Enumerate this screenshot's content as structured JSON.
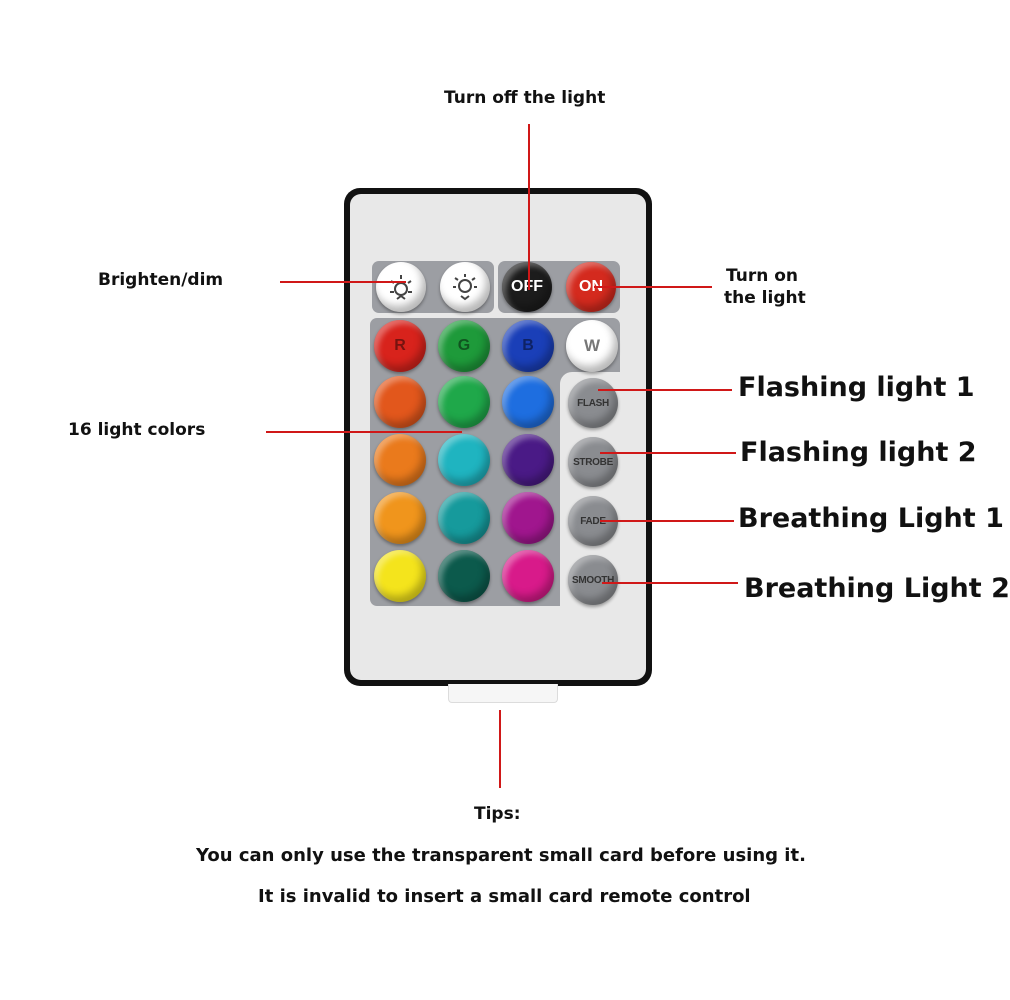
{
  "annotations": {
    "turn_off": "Turn off the light",
    "turn_on_line1": "Turn on",
    "turn_on_line2": "the light",
    "brighten_dim": "Brighten/dim",
    "light_colors": "16 light colors",
    "flashing_1": "Flashing light 1",
    "flashing_2": "Flashing light 2",
    "breathing_1": "Breathing Light 1",
    "breathing_2": "Breathing Light 2"
  },
  "tips": {
    "title": "Tips:",
    "line1": "You can only use the transparent small card before using it.",
    "line2": "It is invalid to insert a small card remote control"
  },
  "remote": {
    "top_row": [
      {
        "name": "brightness-down",
        "icon": "sun-dim-icon"
      },
      {
        "name": "brightness-up",
        "icon": "sun-bright-icon"
      },
      {
        "label": "OFF",
        "color": "#1c1c1c"
      },
      {
        "label": "ON",
        "color": "#d42a1e"
      }
    ],
    "color_rows": [
      [
        {
          "label": "R",
          "color": "#d8231c"
        },
        {
          "label": "G",
          "color": "#1e9a3a"
        },
        {
          "label": "B",
          "color": "#1a3fb8"
        },
        {
          "label": "W",
          "color": "#ffffff"
        }
      ],
      [
        {
          "label": "",
          "color": "#e2571c"
        },
        {
          "label": "",
          "color": "#1fa84a"
        },
        {
          "label": "",
          "color": "#1e6ee0"
        }
      ],
      [
        {
          "label": "",
          "color": "#ea7a1c"
        },
        {
          "label": "",
          "color": "#1fb4c0"
        },
        {
          "label": "",
          "color": "#4a1a86"
        }
      ],
      [
        {
          "label": "",
          "color": "#f0951c"
        },
        {
          "label": "",
          "color": "#169a9c"
        },
        {
          "label": "",
          "color": "#a0168e"
        }
      ],
      [
        {
          "label": "",
          "color": "#f4e41c"
        },
        {
          "label": "",
          "color": "#0c5a4c"
        },
        {
          "label": "",
          "color": "#d81a8a"
        }
      ]
    ],
    "mode_buttons": [
      "FLASH",
      "STROBE",
      "FADE",
      "SMOOTH"
    ]
  }
}
